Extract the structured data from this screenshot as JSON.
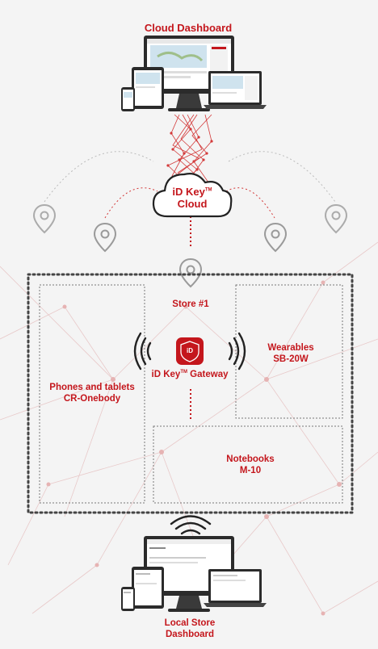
{
  "colors": {
    "brand_red": "#c4161c",
    "background": "#f4f4f4",
    "pin_gray": "#9a9a9a",
    "zone_border": "#555555",
    "device_dark": "#2b2b2b"
  },
  "cloud_dashboard": {
    "title": "Cloud Dashboard"
  },
  "cloud": {
    "line1": "iD Key",
    "tm": "TM",
    "line2": "Cloud"
  },
  "store": {
    "label": "Store #1"
  },
  "gateway": {
    "app_icon_text": "iD",
    "label": "iD Key",
    "tm": "TM",
    "label_suffix": " Gateway"
  },
  "zones": {
    "phones": {
      "line1": "Phones and tablets",
      "line2": "CR-Onebody"
    },
    "wearables": {
      "line1": "Wearables",
      "line2": "SB-20W"
    },
    "notebooks": {
      "line1": "Notebooks",
      "line2": "M-10"
    }
  },
  "local_dashboard": {
    "line1": "Local Store",
    "line2": "Dashboard"
  },
  "icons": [
    "location-pin-icon",
    "wifi-icon",
    "signal-waves-icon",
    "cloud-icon",
    "shield-icon"
  ]
}
